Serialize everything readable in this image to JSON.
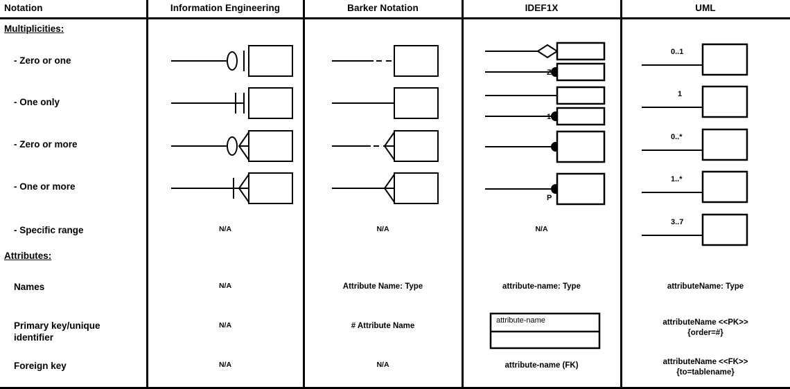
{
  "table": {
    "columns": [
      {
        "id": "notation",
        "label": "Notation"
      },
      {
        "id": "ie",
        "label": "Information Engineering"
      },
      {
        "id": "barker",
        "label": "Barker Notation"
      },
      {
        "id": "idef1x",
        "label": "IDEF1X"
      },
      {
        "id": "uml",
        "label": "UML"
      }
    ],
    "sections": [
      {
        "id": "multiplicities",
        "label": "Multiplicities:"
      },
      {
        "id": "attributes",
        "label": "Attributes:"
      }
    ],
    "rows": [
      {
        "id": "zero-or-one",
        "label": "- Zero or one",
        "ie": "crowsfoot-zero-or-one",
        "barker": "dashed-line-plain-box",
        "idef1x": "diamond-and-z-dot",
        "uml": "0..1"
      },
      {
        "id": "one-only",
        "label": "- One only",
        "ie": "crowsfoot-one-only",
        "barker": "solid-line-plain-box",
        "idef1x": "plain-and-one-dot",
        "uml": "1"
      },
      {
        "id": "zero-or-more",
        "label": "- Zero or more",
        "ie": "crowsfoot-zero-or-more",
        "barker": "dashed-line-crowsfoot",
        "idef1x": "solid-line-dot",
        "uml": "0..*"
      },
      {
        "id": "one-or-more",
        "label": "- One or more",
        "ie": "crowsfoot-one-or-more",
        "barker": "solid-line-crowsfoot",
        "idef1x": "solid-line-dot-p",
        "uml": "1..*"
      },
      {
        "id": "specific-range",
        "label": "- Specific range",
        "ie": "N/A",
        "barker": "N/A",
        "idef1x": "N/A",
        "uml": "3..7"
      },
      {
        "id": "names",
        "label": "Names",
        "ie": "N/A",
        "barker": "Attribute Name: Type",
        "idef1x": "attribute-name: Type",
        "uml": "attributeName: Type"
      },
      {
        "id": "primary-key",
        "label": "Primary key/unique identifier",
        "label_line1": "Primary key/unique",
        "label_line2": "identifier",
        "ie": "N/A",
        "barker": "# Attribute Name",
        "idef1x": "entity-box-attribute-name",
        "idef1x_box_text": "attribute-name",
        "uml_line1": "attributeName <<PK>>",
        "uml_line2": "{order=#}"
      },
      {
        "id": "foreign-key",
        "label": "Foreign key",
        "ie": "N/A",
        "barker": "N/A",
        "idef1x": "attribute-name (FK)",
        "uml_line1": "attributeName <<FK>>",
        "uml_line2": "{to=tablename}"
      }
    ],
    "idef1x_markers": {
      "zero": "Z",
      "one": "1",
      "p": "P"
    },
    "na_text": "N/A"
  },
  "colors": {
    "ink": "#000000",
    "paper": "#ffffff"
  }
}
